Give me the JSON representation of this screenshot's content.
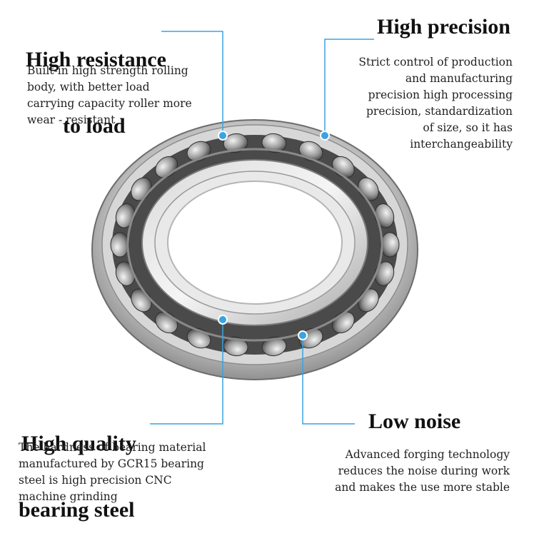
{
  "features": [
    {
      "id": "load",
      "title_line1": "High resistance",
      "title_line2": "to load",
      "description": [
        "Built-in high strength rolling",
        "body, with better load",
        "carrying capacity roller more",
        "wear - resistant"
      ]
    },
    {
      "id": "precision",
      "title_line1": "High precision",
      "description": [
        "Strict control of production",
        "and manufacturing",
        "precision high processing",
        "precision, standardization",
        "of size, so it has",
        "interchangeability"
      ]
    },
    {
      "id": "steel",
      "title_line1": "High quality",
      "title_line2": "bearing steel",
      "description": [
        "The hardness of bearing material",
        "manufactured by GCR15 bearing",
        "steel is high precision CNC",
        "machine grinding"
      ]
    },
    {
      "id": "noise",
      "title_line1": "Low noise",
      "description": [
        "Advanced forging technology",
        "reduces the noise during work",
        "and makes the use more stable"
      ]
    }
  ],
  "colors": {
    "callout": "#3aa3e0",
    "steel_light": "#e6e6e6",
    "steel_dark": "#6f6f6f"
  }
}
